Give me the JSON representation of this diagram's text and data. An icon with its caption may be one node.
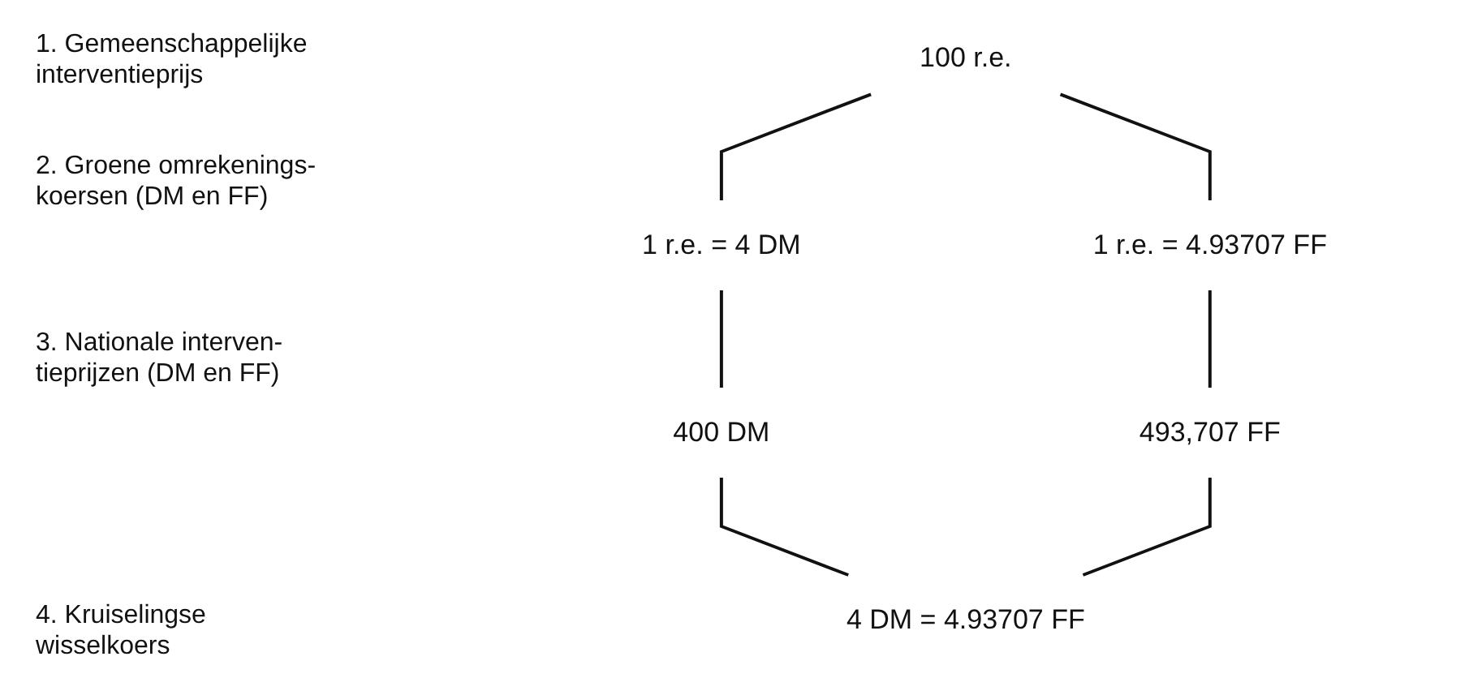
{
  "diagram": {
    "nodes": [
      {
        "text": [
          "100 r.e."
        ]
      },
      {
        "text": [
          "1 r.e. = 4 DM"
        ]
      },
      {
        "text": [
          "1 r.e. = 4.93707 FF"
        ]
      },
      {
        "text": [
          "400 DM"
        ]
      },
      {
        "text": [
          "493,707 FF"
        ]
      },
      {
        "text": [
          "4 DM = 4.93707 FF"
        ]
      }
    ],
    "edges": [
      {
        "from": 0,
        "to": 1,
        "arrow": "none"
      },
      {
        "from": 0,
        "to": 2,
        "arrow": "none"
      },
      {
        "from": 1,
        "to": 3,
        "arrow": "none"
      },
      {
        "from": 2,
        "to": 4,
        "arrow": "none"
      },
      {
        "from": 3,
        "to": 5,
        "arrow": "none"
      },
      {
        "from": 4,
        "to": 5,
        "arrow": "none"
      }
    ],
    "labels": [
      "1. Gemeenschappelijke interventieprijs",
      "2. Groene omrekenings- koersen (DM en FF)",
      "3. Nationale interven- tieprijzen (DM en FF)",
      "4. Kruiselingse wisselkoers"
    ]
  }
}
